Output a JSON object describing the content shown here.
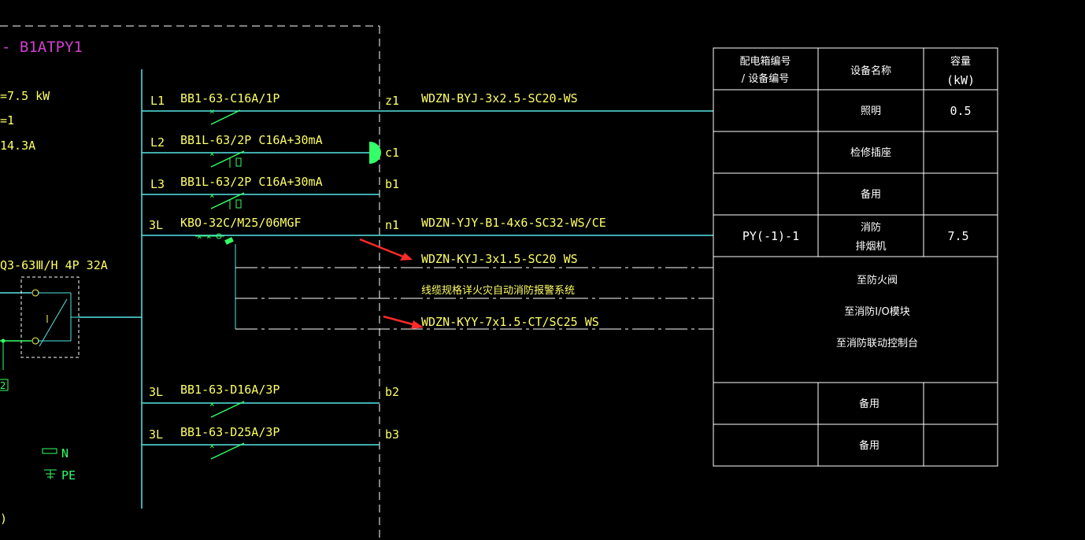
{
  "colors": {
    "background": "#000000",
    "text_yellow": "#ffff66",
    "cyan_line": "#55e6e6",
    "green": "#33ff66",
    "magenta": "#d040d0",
    "white": "#ffffff",
    "red_arrow": "#ff2a2a"
  },
  "panel": {
    "title": "- B1ATPY1",
    "power": "=7.5 kW",
    "kx": "=1",
    "current": "14.3A",
    "main_breaker": "Q3-63Ⅲ/H 4P 32A",
    "label_n": "N",
    "label_pe": "PE",
    "tag_2": "2",
    "tag_bottom": ")"
  },
  "circuits": [
    {
      "phase": "L1",
      "breaker": "BB1-63-C16A/1P",
      "id": "z1",
      "cable": "WDZN-BYJ-3x2.5-SC20-WS"
    },
    {
      "phase": "L2",
      "breaker": "BB1L-63/2P C16A+30mA",
      "id": "c1",
      "cable": ""
    },
    {
      "phase": "L3",
      "breaker": "BB1L-63/2P C16A+30mA",
      "id": "b1",
      "cable": ""
    },
    {
      "phase": "3L",
      "breaker": "KBO-32C/M25/06MGF",
      "id": "n1",
      "cable": "WDZN-YJY-B1-4x6-SC32-WS/CE"
    },
    {
      "phase": "3L",
      "breaker": "BB1-63-D16A/3P",
      "id": "b2",
      "cable": ""
    },
    {
      "phase": "3L",
      "breaker": "BB1-63-D25A/3P",
      "id": "b3",
      "cable": ""
    }
  ],
  "control_lines": [
    "WDZN-KYJ-3x1.5-SC20  WS",
    "线缆规格详火灾自动消防报警系统",
    "WDZN-KYY-7x1.5-CT/SC25  WS"
  ],
  "table": {
    "headers": {
      "col1_line1": "配电箱编号",
      "col1_line2": "/ 设备编号",
      "col2": "设备名称",
      "col3_line1": "容量",
      "col3_line2": "(kW)"
    },
    "rows": [
      {
        "code": "",
        "name": "照明",
        "capacity": "0.5"
      },
      {
        "code": "",
        "name": "检修插座",
        "capacity": ""
      },
      {
        "code": "",
        "name": "备用",
        "capacity": ""
      },
      {
        "code": "PY(-1)-1",
        "name_line1": "消防",
        "name_line2": "排烟机",
        "capacity": "7.5"
      }
    ],
    "merged_notes": [
      "至防火阀",
      "至消防I/O模块",
      "至消防联动控制台"
    ],
    "bottom_rows": [
      {
        "code": "",
        "name": "备用",
        "capacity": ""
      },
      {
        "code": "",
        "name": "备用",
        "capacity": ""
      }
    ]
  }
}
